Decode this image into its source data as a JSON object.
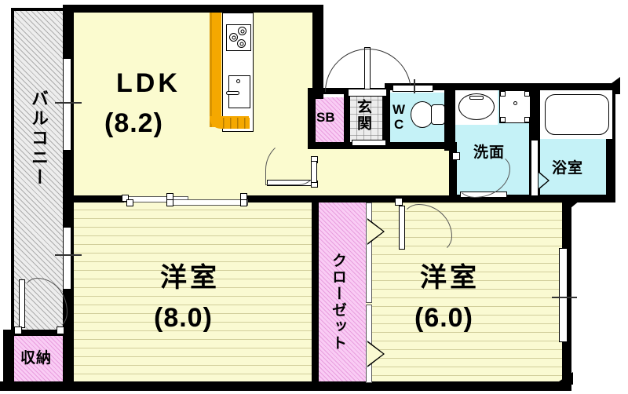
{
  "plan": {
    "title": "apartment-floor-plan",
    "layout_type": "2LDK",
    "unit_note": "畳 (jo) area figures in parentheses"
  },
  "colors": {
    "ldk_fill": "#fbfbcf",
    "room_fill": "#fafad2",
    "closet_fill": "#f9ccf4",
    "water_fill": "#c5f2f7",
    "balcony_fill": "#ededed",
    "counter_accent": "#f5a800",
    "wall": "#000000"
  },
  "rooms": [
    {
      "key": "balcony",
      "name": "バルコニー",
      "area": "",
      "orientation": "vertical"
    },
    {
      "key": "storage",
      "name": "収納",
      "area": "",
      "orientation": "horizontal"
    },
    {
      "key": "ldk",
      "name": "LDK",
      "area": "(8.2)",
      "orientation": "horizontal"
    },
    {
      "key": "washitsu8",
      "name": "洋室",
      "area": "(8.0)",
      "orientation": "horizontal"
    },
    {
      "key": "closet",
      "name": "クローゼット",
      "area": "",
      "orientation": "vertical"
    },
    {
      "key": "washitsu6",
      "name": "洋室",
      "area": "(6.0)",
      "orientation": "horizontal"
    },
    {
      "key": "sb",
      "name": "SB",
      "area": "",
      "orientation": "horizontal"
    },
    {
      "key": "genkan",
      "name": "玄関",
      "area": "",
      "orientation": "vertical"
    },
    {
      "key": "wc",
      "name": "WC",
      "area": "",
      "orientation": "vertical"
    },
    {
      "key": "senmen",
      "name": "洗面",
      "area": "",
      "orientation": "horizontal"
    },
    {
      "key": "yokushitsu",
      "name": "浴室",
      "area": "",
      "orientation": "horizontal"
    }
  ],
  "labels": {
    "balcony": "バルコニー",
    "storage": "収納",
    "ldk_name": "LDK",
    "ldk_area": "(8.2)",
    "room8_name": "洋室",
    "room8_area": "(8.0)",
    "closet": "クローゼット",
    "room6_name": "洋室",
    "room6_area": "(6.0)",
    "shoe_box": "SB",
    "genkan": "玄関",
    "wc_line1": "W",
    "wc_line2": "C",
    "senmen": "洗面",
    "yokushitsu": "浴室"
  },
  "fixtures": [
    {
      "name": "kitchen-stove",
      "burners": 3
    },
    {
      "name": "kitchen-sink",
      "faucet": 1
    },
    {
      "name": "kitchen-counter",
      "accent": "#f5a800"
    },
    {
      "name": "toilet",
      "room": "WC"
    },
    {
      "name": "vanity-basin",
      "room": "洗面"
    },
    {
      "name": "washing-machine-pan",
      "room": "洗面"
    },
    {
      "name": "bathtub",
      "room": "浴室"
    }
  ],
  "openings": [
    {
      "name": "entrance-door",
      "type": "swing",
      "room": "玄関"
    },
    {
      "name": "genkan-to-hall-door",
      "type": "swing",
      "room": "玄関"
    },
    {
      "name": "wc-door",
      "type": "swing",
      "room": "WC"
    },
    {
      "name": "washroom-door",
      "type": "swing",
      "room": "洗面"
    },
    {
      "name": "bathroom-door",
      "type": "folding",
      "room": "浴室"
    },
    {
      "name": "ldk-hall-door",
      "type": "swing",
      "room": "LDK"
    },
    {
      "name": "room6-door",
      "type": "swing",
      "room": "洋室 (6.0)"
    },
    {
      "name": "ldk-to-room8-sliding",
      "type": "sliding",
      "room": "洋室 (8.0)"
    },
    {
      "name": "closet-folding-doors",
      "type": "folding",
      "room": "クローゼット"
    },
    {
      "name": "storage-door",
      "type": "swing",
      "room": "収納"
    },
    {
      "name": "ldk-balcony-window",
      "type": "sliding-window"
    },
    {
      "name": "room8-balcony-window",
      "type": "sliding-window"
    },
    {
      "name": "room6-east-window",
      "type": "sliding-window"
    }
  ]
}
